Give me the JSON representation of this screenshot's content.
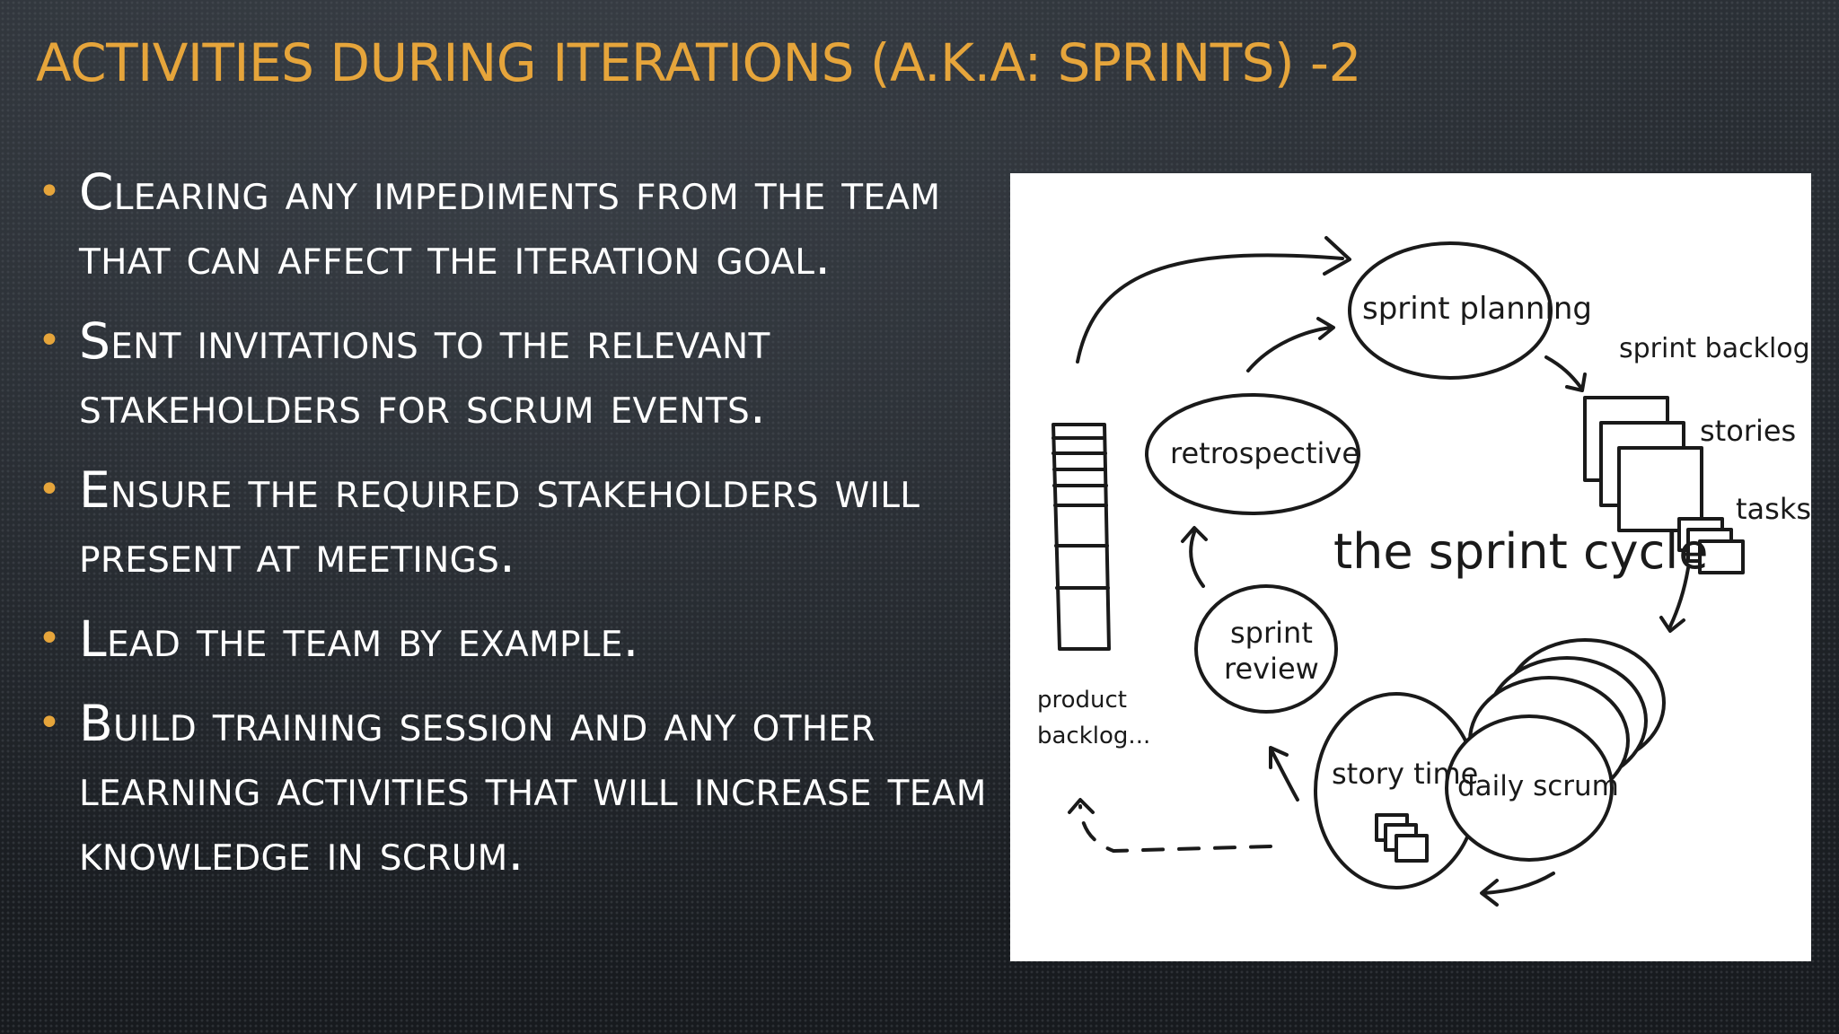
{
  "slide": {
    "title": "Activities during iterations (a.k.a: Sprints) -2",
    "bullets": [
      "Clearing any impediments from the team that can affect the iteration goal.",
      "Sent invitations to the relevant stakeholders for scrum events.",
      "Ensure the required stakeholders will present at meetings.",
      "Lead the team by example.",
      "Build training session and any other learning activities that will increase team knowledge in scrum."
    ]
  },
  "diagram": {
    "title": "the sprint cycle",
    "sprint_planning": "sprint planning",
    "sprint_backlog": "sprint backlog",
    "stories": "stories",
    "tasks": "tasks",
    "daily_scrum": "daily scrum",
    "story_time": "story time",
    "sprint_review_line1": "sprint",
    "sprint_review_line2": "review",
    "retrospective": "retrospective",
    "product_backlog_line1": "product",
    "product_backlog_line2": "backlog..."
  },
  "colors": {
    "title": "#e6a53b",
    "text": "#ffffff",
    "bullet": "#e6a53b",
    "background": "#1d2126"
  }
}
